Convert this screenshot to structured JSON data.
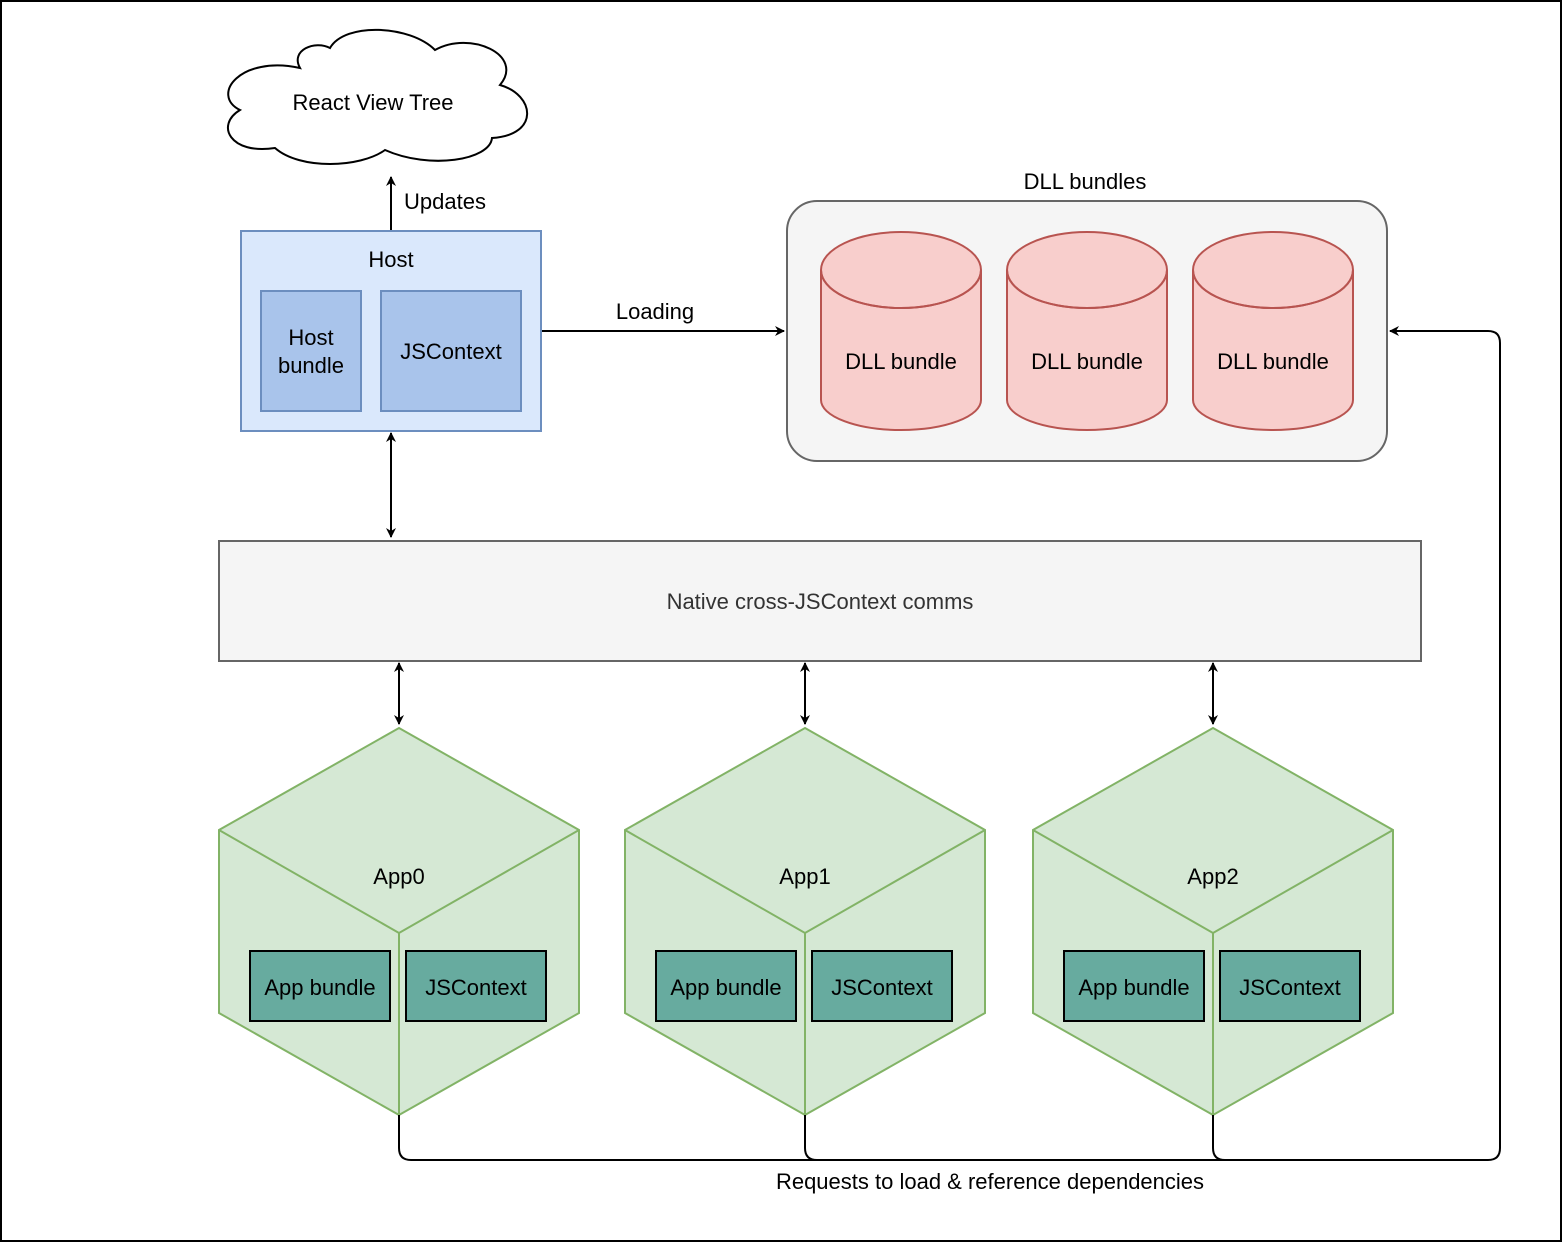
{
  "cloud": {
    "label": "React View Tree"
  },
  "host": {
    "title": "Host",
    "bundle_label_line1": "Host",
    "bundle_label_line2": "bundle",
    "jscontext_label": "JSContext"
  },
  "edges": {
    "updates_label": "Updates",
    "loading_label": "Loading",
    "requests_label": "Requests to load & reference dependencies"
  },
  "dll": {
    "group_title": "DLL bundles",
    "items": [
      {
        "label": "DLL bundle"
      },
      {
        "label": "DLL bundle"
      },
      {
        "label": "DLL bundle"
      }
    ]
  },
  "comms": {
    "label": "Native cross-JSContext comms"
  },
  "apps": [
    {
      "name": "App0",
      "bundle_label": "App bundle",
      "jscontext_label": "JSContext"
    },
    {
      "name": "App1",
      "bundle_label": "App bundle",
      "jscontext_label": "JSContext"
    },
    {
      "name": "App2",
      "bundle_label": "App bundle",
      "jscontext_label": "JSContext"
    }
  ],
  "colors": {
    "host_fill": "#dae8fc",
    "host_stroke": "#6c8ebf",
    "host_inner_fill": "#a9c4eb",
    "dll_fill": "#f8cecc",
    "dll_stroke": "#b85450",
    "group_fill": "#f5f5f5",
    "group_stroke": "#666666",
    "app_fill": "#d5e8d4",
    "app_stroke": "#82b366",
    "app_inner_fill": "#67ab9f"
  }
}
